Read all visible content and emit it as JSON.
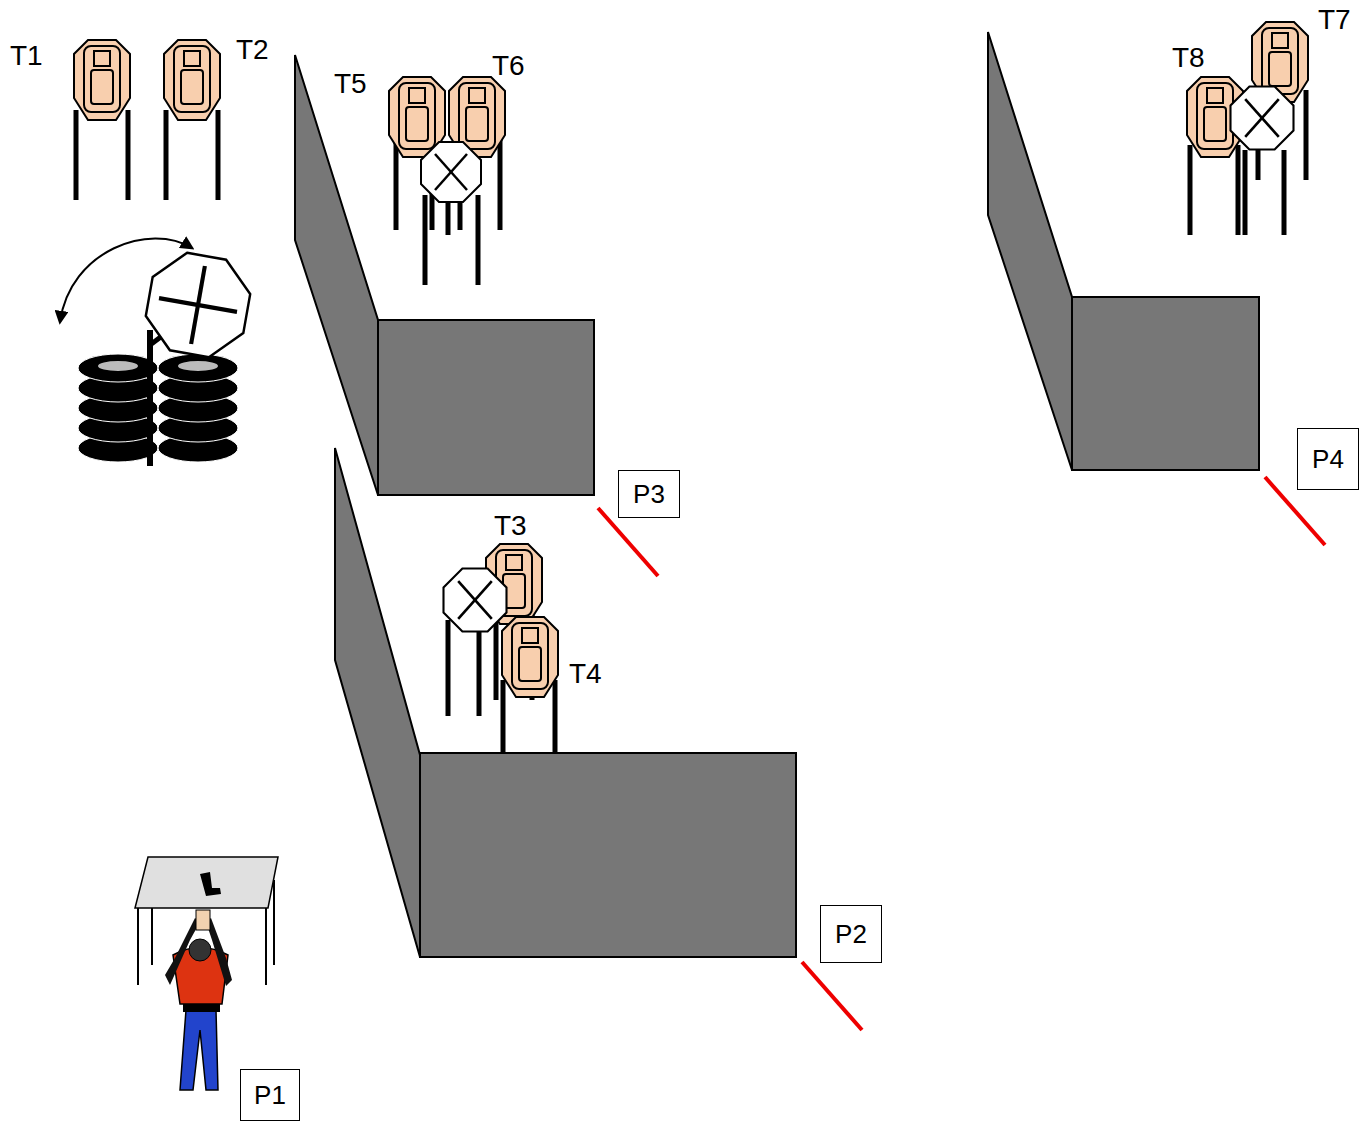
{
  "diagram": {
    "nodes": [
      {
        "text": [
          "P3"
        ]
      },
      {
        "text": [
          "P4"
        ]
      },
      {
        "text": [
          "P2"
        ]
      },
      {
        "text": [
          "P1"
        ]
      }
    ],
    "labels": [
      "T1",
      "T2",
      "T5",
      "T6",
      "T8",
      "T7",
      "T3",
      "T4"
    ]
  }
}
